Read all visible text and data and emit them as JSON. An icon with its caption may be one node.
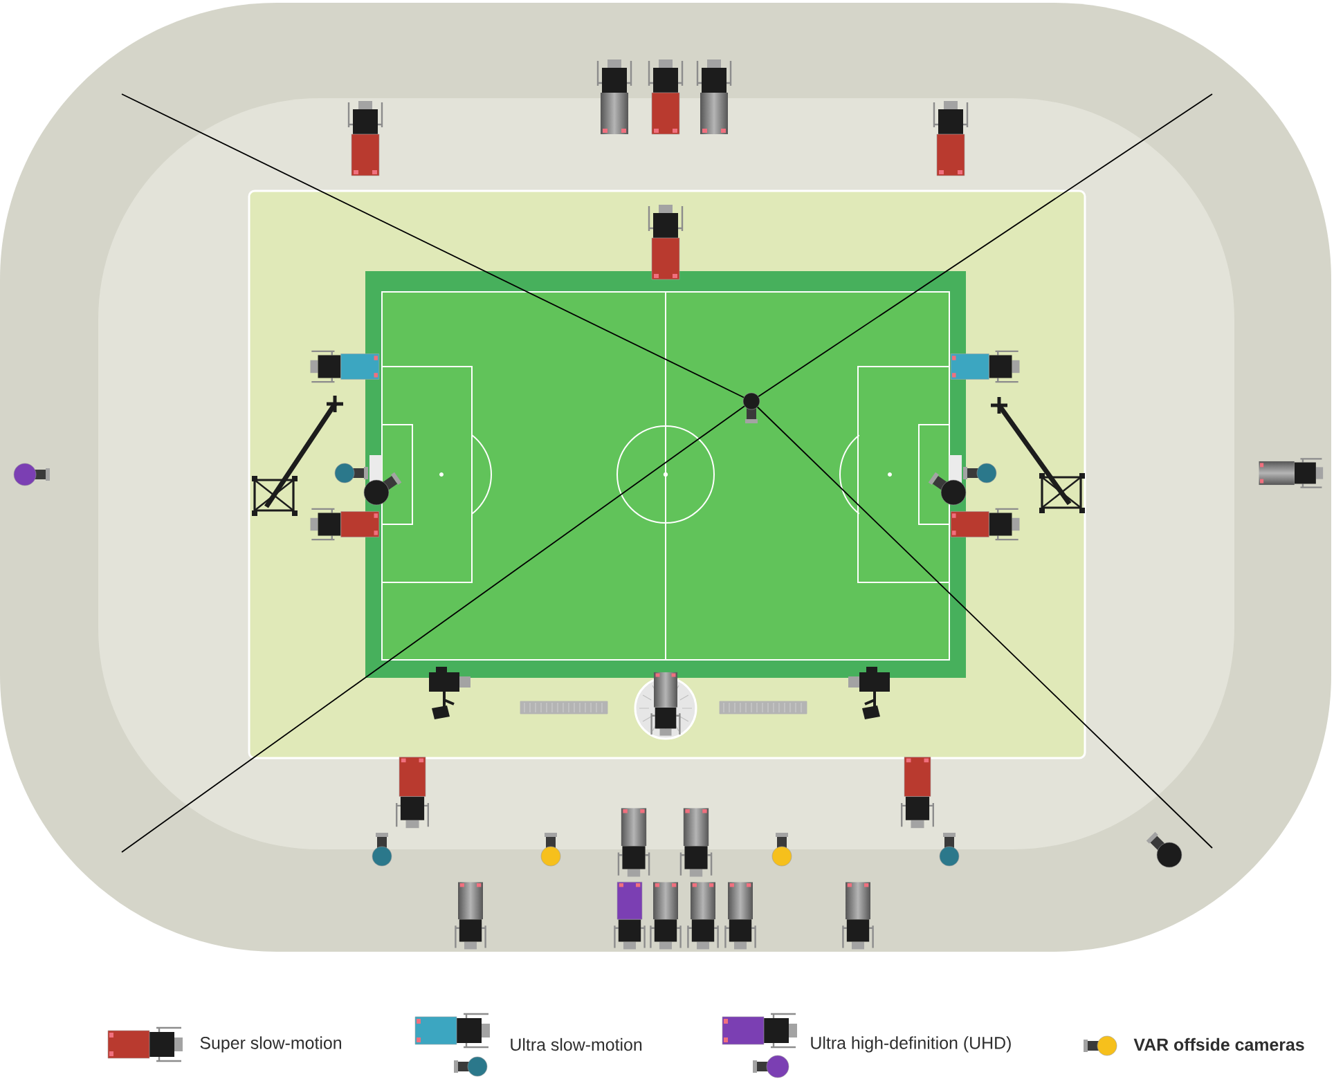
{
  "diagram": {
    "legend": [
      {
        "text": "Super slow-motion",
        "color": "#b93a2f"
      },
      {
        "text": "Ultra slow-motion",
        "color": "#3ca6c1"
      },
      {
        "text": "Ultra high-definition (UHD)",
        "color": "#7b3fb3"
      },
      {
        "text": "VAR offside cameras",
        "color": "#f6c01c"
      }
    ]
  }
}
